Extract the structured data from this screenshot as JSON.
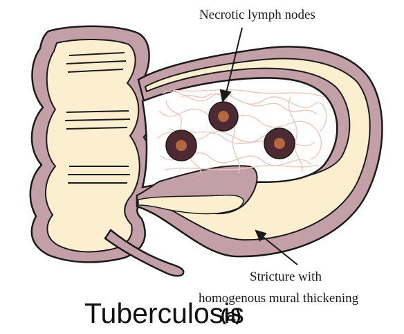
{
  "labels": {
    "necrotic": "Necrotic lymph nodes",
    "stricture_line1": "Stricture with",
    "stricture_line2": "homogenous mural thickening"
  },
  "caption": "Tuberculosis",
  "panel_label": "(a)",
  "colors": {
    "wall": "#c3a0a8",
    "lumen": "#fbefcf",
    "node_outer": "#4d2a33",
    "node_inner": "#b56740",
    "mesentery": "#e8c9bd",
    "outline": "#1a1a1a"
  }
}
